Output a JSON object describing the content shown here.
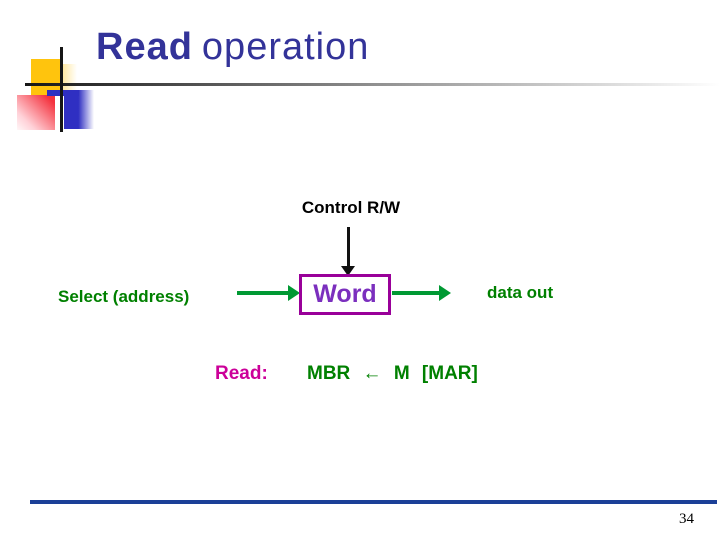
{
  "slide": {
    "title_bold": "Read",
    "title_rest": "operation",
    "page_number": "34"
  },
  "diagram": {
    "control_label": "Control R/W",
    "select_label": "Select (address)",
    "word_box_label": "Word",
    "data_out_label": "data out",
    "read_prefix": "Read:",
    "equation": "MBR ← M [MAR]"
  },
  "icons": {
    "control_arrow": "down-arrow-icon",
    "select_arrow": "right-arrow-icon",
    "data_out_arrow": "right-arrow-icon"
  },
  "colors": {
    "title_text": "#333399",
    "control_text": "#000000",
    "green_label_text": "#008000",
    "green_arrow": "#009933",
    "magenta_text": "#CC0099",
    "word_box_border": "#990099",
    "word_box_text": "#7B2FBE",
    "footer_bar": "#1B3F97",
    "decoration_yellow": "#FFC40D",
    "decoration_red": "#F4323E",
    "decoration_blue": "#2F2FC2"
  }
}
